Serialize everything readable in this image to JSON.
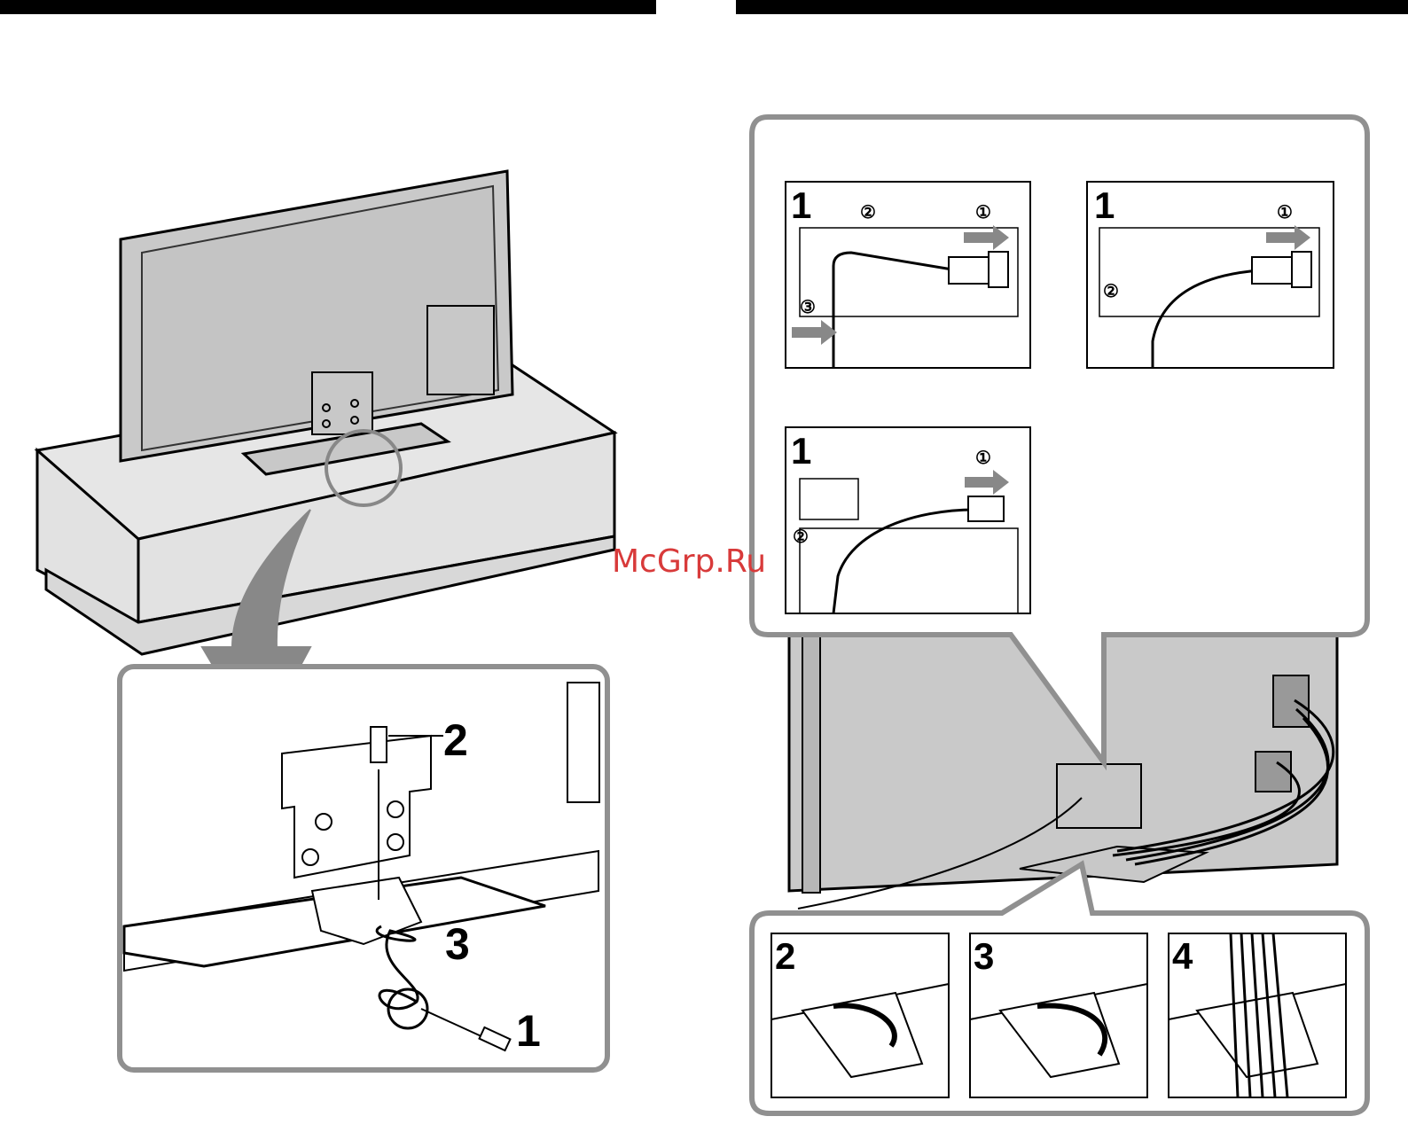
{
  "watermark": "McGrp.Ru",
  "left_panel": {
    "step_labels": [
      "2",
      "3",
      "1"
    ]
  },
  "right_panel": {
    "inset_top_left": {
      "step": "1",
      "markers": [
        "②",
        "①",
        "③"
      ]
    },
    "inset_top_right": {
      "step": "1",
      "markers": [
        "①",
        "②"
      ]
    },
    "inset_middle": {
      "step": "1",
      "markers": [
        "①",
        "②"
      ]
    },
    "bottom_steps": [
      "2",
      "3",
      "4"
    ]
  },
  "colors": {
    "tv_back": "#c9c9c9",
    "furniture": "#e6e6e6",
    "frame": "#909090",
    "dark_bar": "#000000",
    "arrow": "#888888"
  }
}
